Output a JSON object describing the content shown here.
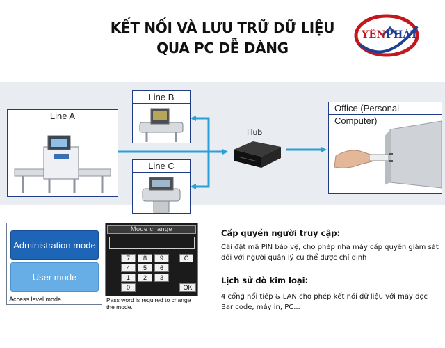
{
  "header": {
    "title_line1": "KẾT NỐI VÀ  LƯU TRỮ DỮ LIỆU",
    "title_line2": "QUA PC DỄ DÀNG",
    "logo_text_1": "YÊN",
    "logo_text_2": "PHÁT"
  },
  "diagram": {
    "line_a": "Line A",
    "line_b": "Line B",
    "line_c": "Line C",
    "hub": "Hub",
    "office": "Office (Personal Computer)"
  },
  "mode_panel": {
    "admin_mode": "Administration mode",
    "user_mode": "User mode",
    "footer": "Access level mode"
  },
  "pin_panel": {
    "header": "Mode change",
    "keys": [
      "7",
      "8",
      "9",
      "C",
      "4",
      "5",
      "6",
      "1",
      "2",
      "3",
      "0",
      "OK"
    ],
    "footer_line1": "Pass word is required to change",
    "footer_line2": "the mode."
  },
  "features": {
    "access_heading": "Cấp quyền người truy cập:",
    "access_line1": "Cài đặt mã PIN bảo vệ, cho phép nhà máy cấp quyền giám sát",
    "access_line2": "đối với người quản lý cụ thể được chỉ định",
    "history_heading": "Lịch sử dò kim loại:",
    "history_line1": "4 cổng nối tiếp & LAN cho phép kết nối dữ liệu với máy đọc",
    "history_line2": "Bar code, máy in, PC..."
  },
  "colors": {
    "brand_red": "#c4161c",
    "brand_blue": "#1f3f93",
    "arrow_blue": "#2a9fd8",
    "admin_blue": "#1e65b8",
    "user_blue": "#68aee6"
  }
}
